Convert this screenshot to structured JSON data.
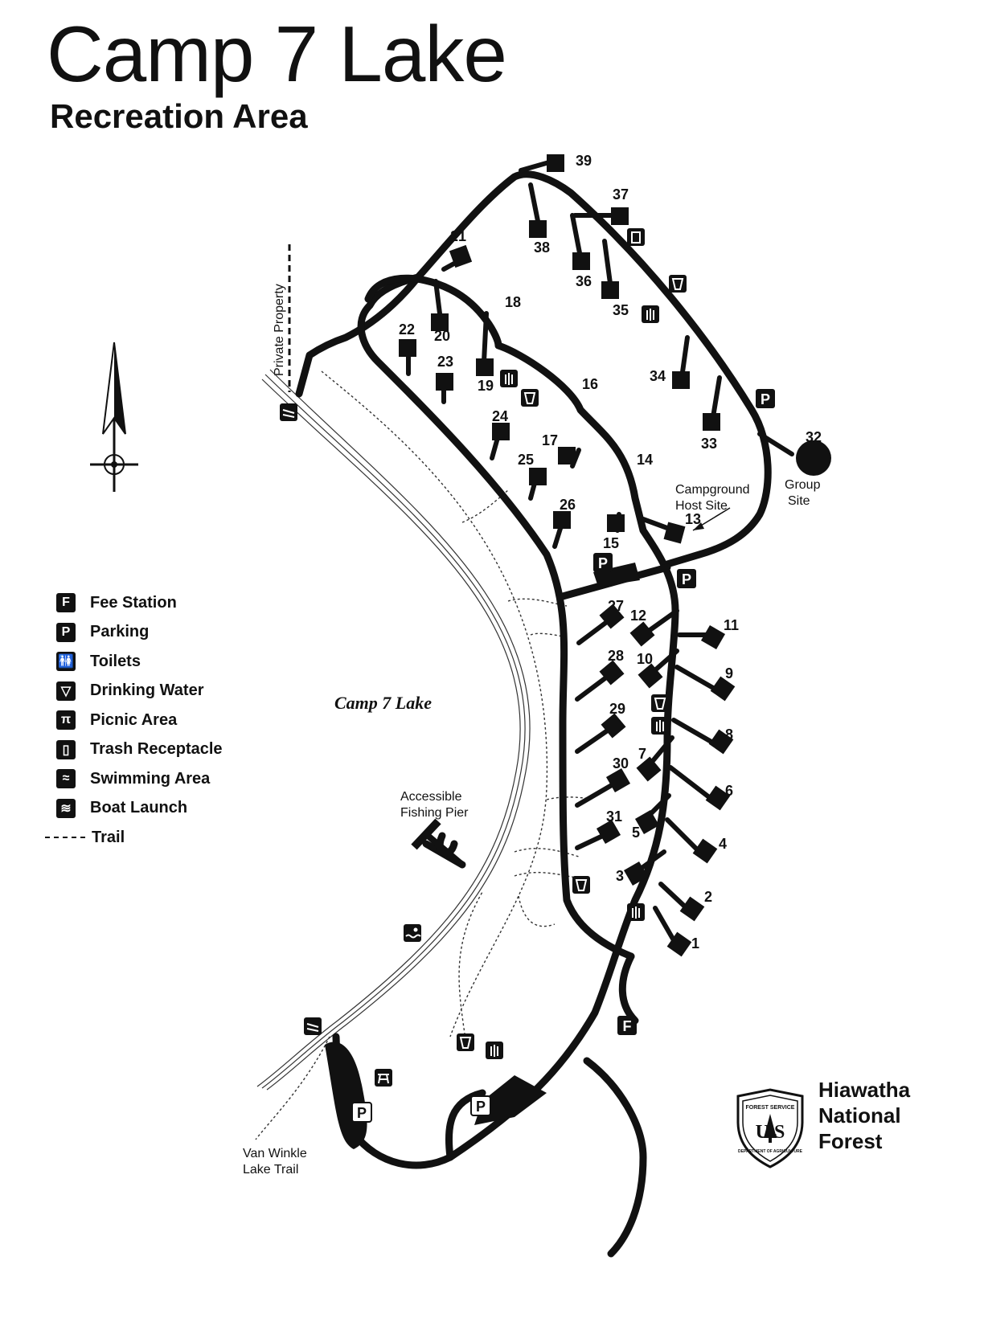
{
  "title": "Camp 7 Lake",
  "subtitle": "Recreation Area",
  "lake_name": "Camp 7 Lake",
  "labels": {
    "private_property": "Private Property",
    "campground_host": "Campground",
    "campground_host_2": "Host Site",
    "group_site": "Group",
    "group_site_2": "Site",
    "fishing_pier": "Accessible",
    "fishing_pier_2": "Fishing Pier",
    "van_winkle": "Van Winkle",
    "van_winkle_2": "Lake Trail"
  },
  "legend": [
    {
      "icon": "fee-station-icon",
      "glyph": "F",
      "label": "Fee Station"
    },
    {
      "icon": "parking-icon",
      "glyph": "P",
      "label": "Parking"
    },
    {
      "icon": "toilets-icon",
      "glyph": "🚻",
      "label": "Toilets"
    },
    {
      "icon": "drinking-water-icon",
      "glyph": "▽",
      "label": "Drinking Water"
    },
    {
      "icon": "picnic-area-icon",
      "glyph": "π",
      "label": "Picnic Area"
    },
    {
      "icon": "trash-receptacle-icon",
      "glyph": "▯",
      "label": "Trash Receptacle"
    },
    {
      "icon": "swimming-area-icon",
      "glyph": "≈",
      "label": "Swimming Area"
    },
    {
      "icon": "boat-launch-icon",
      "glyph": "≋",
      "label": "Boat Launch"
    },
    {
      "icon": "trail-line",
      "glyph": "",
      "label": "Trail"
    }
  ],
  "site_numbers": [
    "1",
    "2",
    "3",
    "4",
    "5",
    "6",
    "7",
    "8",
    "9",
    "10",
    "11",
    "12",
    "13",
    "14",
    "15",
    "16",
    "17",
    "18",
    "19",
    "20",
    "21",
    "22",
    "23",
    "24",
    "25",
    "26",
    "27",
    "28",
    "29",
    "30",
    "31",
    "32",
    "33",
    "34",
    "35",
    "36",
    "37",
    "38",
    "39"
  ],
  "agency": {
    "seal_top": "FOREST SERVICE",
    "seal_letters": "U S",
    "seal_bottom": "DEPARTMENT OF AGRICULTURE",
    "name_line1": "Hiawatha",
    "name_line2": "National",
    "name_line3": "Forest"
  },
  "map_glyphs": {
    "parking": "P",
    "fee": "F"
  },
  "colors": {
    "ink": "#111111",
    "paper": "#ffffff"
  }
}
